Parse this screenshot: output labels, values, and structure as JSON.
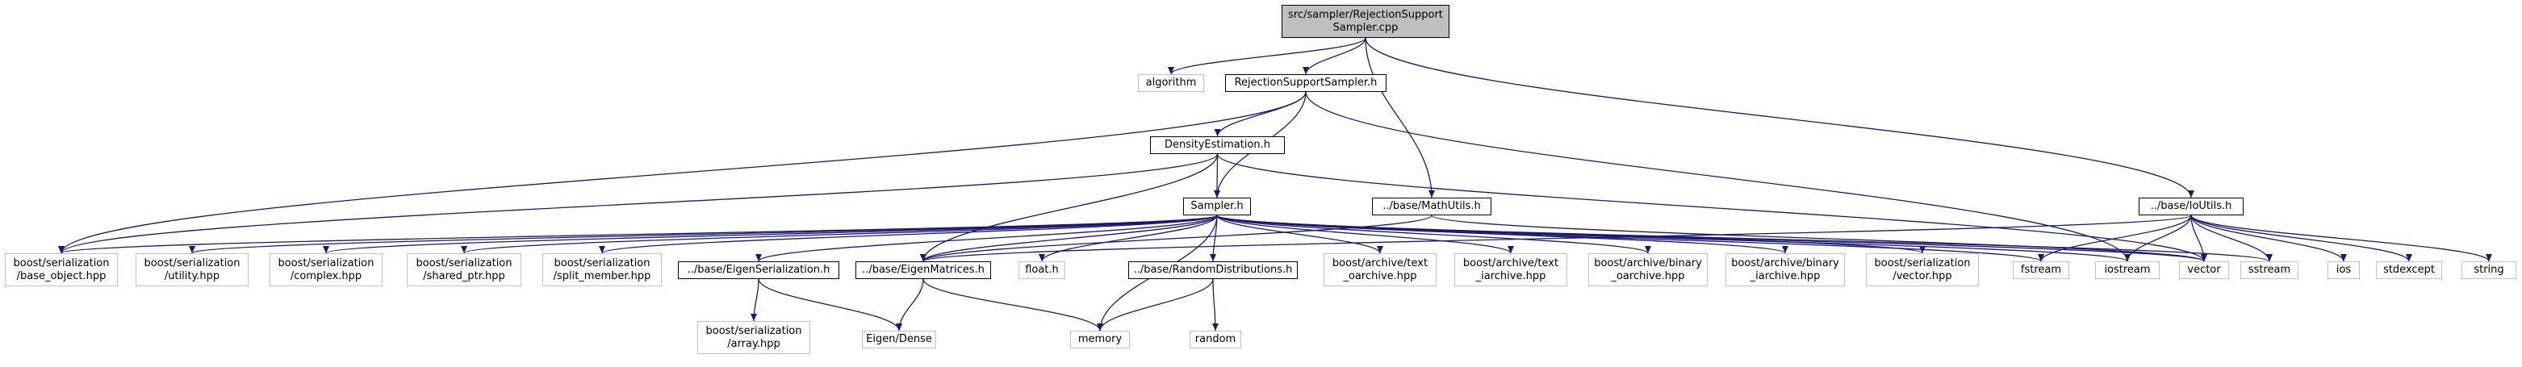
{
  "graph": {
    "edge_color": "#191970",
    "root_fill": "#bfbfbf",
    "missing_border": "#bfbfbf",
    "nodes": [
      {
        "id": "root",
        "lines": [
          "src/sampler/RejectionSupport",
          "Sampler.cpp"
        ],
        "kind": "root"
      },
      {
        "id": "algorithm",
        "lines": [
          "algorithm"
        ],
        "kind": "missing"
      },
      {
        "id": "rss_h",
        "lines": [
          "RejectionSupportSampler.h"
        ],
        "kind": "header"
      },
      {
        "id": "mathutils_h",
        "lines": [
          "../base/MathUtils.h"
        ],
        "kind": "header"
      },
      {
        "id": "ioutils_h",
        "lines": [
          "../base/IoUtils.h"
        ],
        "kind": "header"
      },
      {
        "id": "density_h",
        "lines": [
          "DensityEstimation.h"
        ],
        "kind": "header"
      },
      {
        "id": "sampler_h",
        "lines": [
          "Sampler.h"
        ],
        "kind": "header"
      },
      {
        "id": "base_object",
        "lines": [
          "boost/serialization",
          "/base_object.hpp"
        ],
        "kind": "missing"
      },
      {
        "id": "utility",
        "lines": [
          "boost/serialization",
          "/utility.hpp"
        ],
        "kind": "missing"
      },
      {
        "id": "complex",
        "lines": [
          "boost/serialization",
          "/complex.hpp"
        ],
        "kind": "missing"
      },
      {
        "id": "shared_ptr",
        "lines": [
          "boost/serialization",
          "/shared_ptr.hpp"
        ],
        "kind": "missing"
      },
      {
        "id": "split_member",
        "lines": [
          "boost/serialization",
          "/split_member.hpp"
        ],
        "kind": "missing"
      },
      {
        "id": "eigen_ser_h",
        "lines": [
          "../base/EigenSerialization.h"
        ],
        "kind": "header"
      },
      {
        "id": "eigen_mat_h",
        "lines": [
          "../base/EigenMatrices.h"
        ],
        "kind": "header"
      },
      {
        "id": "float_h",
        "lines": [
          "float.h"
        ],
        "kind": "missing"
      },
      {
        "id": "randdist_h",
        "lines": [
          "../base/RandomDistributions.h"
        ],
        "kind": "header"
      },
      {
        "id": "text_oarchive",
        "lines": [
          "boost/archive/text",
          "_oarchive.hpp"
        ],
        "kind": "missing"
      },
      {
        "id": "text_iarchive",
        "lines": [
          "boost/archive/text",
          "_iarchive.hpp"
        ],
        "kind": "missing"
      },
      {
        "id": "binary_oarchive",
        "lines": [
          "boost/archive/binary",
          "_oarchive.hpp"
        ],
        "kind": "missing"
      },
      {
        "id": "binary_iarchive",
        "lines": [
          "boost/archive/binary",
          "_iarchive.hpp"
        ],
        "kind": "missing"
      },
      {
        "id": "vector_hpp",
        "lines": [
          "boost/serialization",
          "/vector.hpp"
        ],
        "kind": "missing"
      },
      {
        "id": "fstream",
        "lines": [
          "fstream"
        ],
        "kind": "missing"
      },
      {
        "id": "iostream",
        "lines": [
          "iostream"
        ],
        "kind": "missing"
      },
      {
        "id": "vector",
        "lines": [
          "vector"
        ],
        "kind": "missing"
      },
      {
        "id": "sstream",
        "lines": [
          "sstream"
        ],
        "kind": "missing"
      },
      {
        "id": "ios",
        "lines": [
          "ios"
        ],
        "kind": "missing"
      },
      {
        "id": "stdexcept",
        "lines": [
          "stdexcept"
        ],
        "kind": "missing"
      },
      {
        "id": "string",
        "lines": [
          "string"
        ],
        "kind": "missing"
      },
      {
        "id": "array_hpp",
        "lines": [
          "boost/serialization",
          "/array.hpp"
        ],
        "kind": "missing"
      },
      {
        "id": "eigen_dense",
        "lines": [
          "Eigen/Dense"
        ],
        "kind": "missing"
      },
      {
        "id": "memory",
        "lines": [
          "memory"
        ],
        "kind": "missing"
      },
      {
        "id": "random",
        "lines": [
          "random"
        ],
        "kind": "missing"
      }
    ],
    "edges": [
      [
        "root",
        "algorithm"
      ],
      [
        "root",
        "rss_h"
      ],
      [
        "root",
        "mathutils_h"
      ],
      [
        "root",
        "ioutils_h"
      ],
      [
        "rss_h",
        "density_h"
      ],
      [
        "rss_h",
        "sampler_h"
      ],
      [
        "rss_h",
        "base_object"
      ],
      [
        "rss_h",
        "iostream"
      ],
      [
        "density_h",
        "sampler_h"
      ],
      [
        "density_h",
        "eigen_mat_h"
      ],
      [
        "density_h",
        "base_object"
      ],
      [
        "density_h",
        "vector"
      ],
      [
        "sampler_h",
        "base_object"
      ],
      [
        "sampler_h",
        "utility"
      ],
      [
        "sampler_h",
        "complex"
      ],
      [
        "sampler_h",
        "shared_ptr"
      ],
      [
        "sampler_h",
        "split_member"
      ],
      [
        "sampler_h",
        "eigen_ser_h"
      ],
      [
        "sampler_h",
        "eigen_mat_h"
      ],
      [
        "sampler_h",
        "float_h"
      ],
      [
        "sampler_h",
        "memory"
      ],
      [
        "sampler_h",
        "randdist_h"
      ],
      [
        "sampler_h",
        "text_oarchive"
      ],
      [
        "sampler_h",
        "text_iarchive"
      ],
      [
        "sampler_h",
        "binary_oarchive"
      ],
      [
        "sampler_h",
        "binary_iarchive"
      ],
      [
        "sampler_h",
        "vector_hpp"
      ],
      [
        "sampler_h",
        "fstream"
      ],
      [
        "sampler_h",
        "iostream"
      ],
      [
        "sampler_h",
        "vector"
      ],
      [
        "sampler_h",
        "sstream"
      ],
      [
        "mathutils_h",
        "eigen_mat_h"
      ],
      [
        "mathutils_h",
        "vector"
      ],
      [
        "ioutils_h",
        "eigen_mat_h"
      ],
      [
        "ioutils_h",
        "fstream"
      ],
      [
        "ioutils_h",
        "iostream"
      ],
      [
        "ioutils_h",
        "vector"
      ],
      [
        "ioutils_h",
        "sstream"
      ],
      [
        "ioutils_h",
        "ios"
      ],
      [
        "ioutils_h",
        "stdexcept"
      ],
      [
        "ioutils_h",
        "string"
      ],
      [
        "eigen_ser_h",
        "array_hpp"
      ],
      [
        "eigen_ser_h",
        "eigen_dense"
      ],
      [
        "eigen_mat_h",
        "eigen_dense"
      ],
      [
        "eigen_mat_h",
        "memory"
      ],
      [
        "randdist_h",
        "memory"
      ],
      [
        "randdist_h",
        "random"
      ]
    ]
  }
}
